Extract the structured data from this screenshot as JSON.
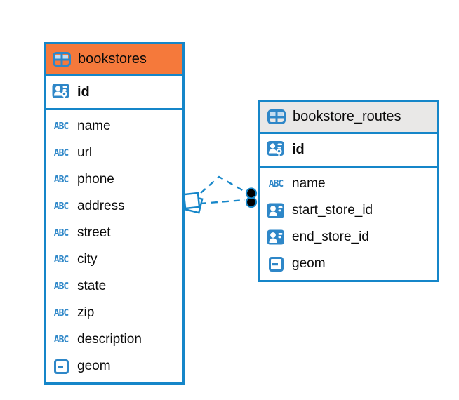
{
  "diagram": {
    "colors": {
      "accent_blue": "#1586C9",
      "icon_blue": "#2E87C8",
      "icon_cell_blue": "#C3DDF1",
      "header_orange": "#F5793B",
      "header_gray": "#E9E8E7",
      "text_color": "#0A0A0A",
      "relation_dot": "#000000",
      "background": "#FFFFFF"
    },
    "tables": [
      {
        "name": "bookstores",
        "header_color": "#F5793B",
        "primary_key": {
          "name": "id",
          "icon": "person-key-icon"
        },
        "columns": [
          {
            "name": "name",
            "type": "text"
          },
          {
            "name": "url",
            "type": "text"
          },
          {
            "name": "phone",
            "type": "text"
          },
          {
            "name": "address",
            "type": "text"
          },
          {
            "name": "street",
            "type": "text"
          },
          {
            "name": "city",
            "type": "text"
          },
          {
            "name": "state",
            "type": "text"
          },
          {
            "name": "zip",
            "type": "text"
          },
          {
            "name": "description",
            "type": "text"
          },
          {
            "name": "geom",
            "type": "geometry"
          }
        ]
      },
      {
        "name": "bookstore_routes",
        "header_color": "#E9E8E7",
        "primary_key": {
          "name": "id",
          "icon": "person-key-icon"
        },
        "columns": [
          {
            "name": "name",
            "type": "text"
          },
          {
            "name": "start_store_id",
            "type": "reference"
          },
          {
            "name": "end_store_id",
            "type": "reference"
          },
          {
            "name": "geom",
            "type": "geometry"
          }
        ]
      }
    ],
    "relations": [
      {
        "from_table": "bookstore_routes",
        "to_table": "bookstores",
        "style": "dashed"
      },
      {
        "from_table": "bookstore_routes",
        "to_table": "bookstores",
        "style": "dashed"
      }
    ],
    "icon_types": {
      "text": "text-type-icon",
      "geometry": "geometry-type-icon",
      "reference": "person-reference-icon"
    }
  }
}
